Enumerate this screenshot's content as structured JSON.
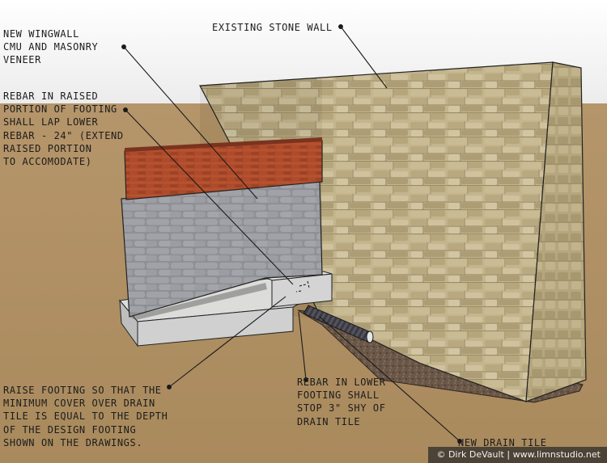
{
  "labels": {
    "wingwall": "New wingwall\nCMU and masonry\nveneer",
    "stone_wall": "Existing stone wall",
    "rebar_raised": "Rebar in raised\nportion of footing\nshall lap lower\nrebar - 24\" (extend\nraised portion\nto accomodate)",
    "raise_footing": "Raise footing so that the\nminimum cover over drain\ntile is equal to the depth\nof the design footing\nshown on the drawings.",
    "rebar_lower": "Rebar in lower\nfooting shall\nstop 3\" shy of\ndrain tile",
    "drain_tile": "New drain tile"
  },
  "credit": "© Dirk DeVault | www.limnstudio.net",
  "colors": {
    "sky": "#f4f4f4",
    "ground": "#b08f61",
    "stone": "#c2b48c",
    "brick": "#b0492c",
    "cmu": "#8f9196",
    "footing": "#cfd0cf",
    "gravel": "#6b5848",
    "pipe": "#3c3a42"
  }
}
